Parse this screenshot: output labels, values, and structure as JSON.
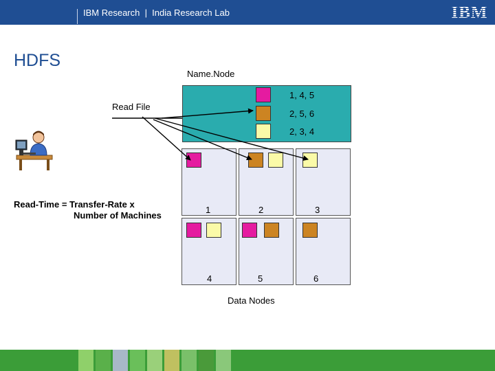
{
  "header": {
    "title": "IBM Research  |  India Research Lab",
    "logo_text": "IBM"
  },
  "slide": {
    "title": "HDFS"
  },
  "labels": {
    "namenode": "Name.Node",
    "read_file": "Read File",
    "formula_line1": "Read-Time = Transfer-Rate x",
    "formula_line2": "Number of Machines",
    "data_nodes": "Data Nodes"
  },
  "namenode_entries": [
    {
      "color": "#e51ba0",
      "nodes": "1, 4, 5"
    },
    {
      "color": "#cc8422",
      "nodes": "2, 5, 6"
    },
    {
      "color": "#fafaa8",
      "nodes": "2, 3, 4"
    }
  ],
  "datanodes": [
    {
      "label": "1",
      "blocks": [
        "#e51ba0"
      ]
    },
    {
      "label": "2",
      "blocks": [
        "#cc8422",
        "#fafaa8"
      ]
    },
    {
      "label": "3",
      "blocks": [
        "#fafaa8"
      ]
    },
    {
      "label": "4",
      "blocks": [
        "#e51ba0",
        "#fafaa8"
      ]
    },
    {
      "label": "5",
      "blocks": [
        "#e51ba0",
        "#cc8422"
      ]
    },
    {
      "label": "6",
      "blocks": [
        "#cc8422"
      ]
    }
  ],
  "colors": {
    "header": "#1f4e93",
    "namenode_bg": "#2aacae",
    "datanode_bg": "#e8eaf6",
    "block_magenta": "#e51ba0",
    "block_orange": "#cc8422",
    "block_yellow": "#fafaa8",
    "footer": "#3b9d38"
  }
}
